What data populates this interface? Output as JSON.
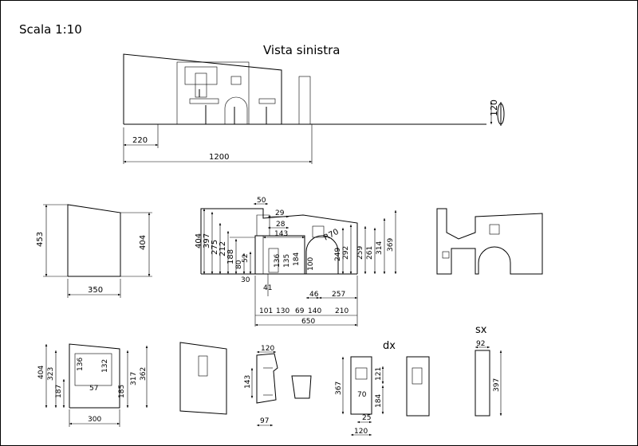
{
  "header": {
    "scale": "Scala 1:10",
    "view_title": "Vista sinistra"
  },
  "top_elevation": {
    "dims": {
      "left_offset": "220",
      "total_width": "1200",
      "figure_height": "120"
    }
  },
  "panel_left": {
    "dims": {
      "left_height": "453",
      "right_height": "404",
      "width": "350"
    }
  },
  "panel_center": {
    "dims": {
      "d50": "50",
      "d29": "29",
      "d28": "28",
      "d143": "143",
      "d404": "404",
      "d397": "397",
      "d275": "275",
      "d212": "212",
      "d188": "188",
      "d80": "80",
      "d52": "52",
      "d136": "136",
      "d135": "135",
      "d184": "184",
      "d100": "100",
      "d30": "30",
      "d41": "41",
      "d46": "46",
      "d257": "257",
      "r70": "R70",
      "d249": "249",
      "d292": "292",
      "d259": "259",
      "d261": "261",
      "d314": "314",
      "d369": "369",
      "d101": "101",
      "d130": "130",
      "d69": "69",
      "d140": "140",
      "d210": "210",
      "d650": "650"
    }
  },
  "panel_bottom_left": {
    "dims": {
      "d404": "404",
      "d323": "323",
      "d187": "187",
      "d136": "136",
      "d132": "132",
      "d57": "57",
      "d185": "185",
      "d317": "317",
      "d362": "362",
      "d300": "300"
    }
  },
  "small_parts": {
    "dims": {
      "d120": "120",
      "d143": "143",
      "d97": "97"
    }
  },
  "panel_dx": {
    "label": "dx",
    "dims": {
      "d367": "367",
      "d121": "121",
      "d70": "70",
      "d184": "184",
      "d25": "25",
      "d120": "120"
    }
  },
  "panel_sx": {
    "label": "sx",
    "dims": {
      "d92": "92",
      "d397": "397"
    }
  }
}
